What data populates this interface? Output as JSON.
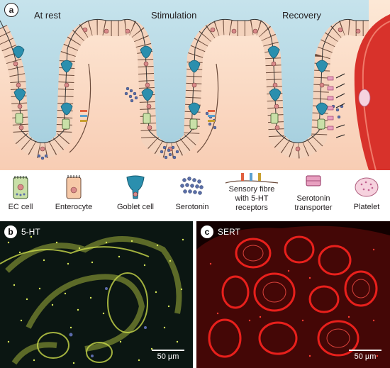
{
  "panel_a": {
    "letter": "a",
    "stages": [
      "At rest",
      "Stimulation",
      "Recovery"
    ]
  },
  "legend": {
    "items": [
      {
        "label": "EC cell",
        "icon": "ec-cell-icon"
      },
      {
        "label": "Enterocyte",
        "icon": "enterocyte-icon"
      },
      {
        "label": "Goblet cell",
        "icon": "goblet-cell-icon"
      },
      {
        "label": "Serotonin",
        "icon": "serotonin-icon"
      },
      {
        "label": "Sensory fibre with 5-HT receptors",
        "line1": "Sensory fibre",
        "line2": "with 5-HT",
        "line3": "receptors",
        "icon": "sensory-fibre-icon"
      },
      {
        "label": "Serotonin transporter",
        "line1": "Serotonin",
        "line2": "transporter",
        "icon": "serotonin-transporter-icon"
      },
      {
        "label": "Platelet",
        "icon": "platelet-icon"
      }
    ]
  },
  "panel_b": {
    "letter": "b",
    "title": "5-HT",
    "scale": "50 µm"
  },
  "panel_c": {
    "letter": "c",
    "title": "SERT",
    "scale": "50 µm"
  },
  "colors": {
    "lumen": "#b7d9e4",
    "tissue": "#fbe0cc",
    "cell_border": "#5a3a2a",
    "goblet": "#2b8fae",
    "ec_cell": "#c9e0a8",
    "serotonin_dot": "#5a6fa8",
    "blood_vessel": "#d8322b",
    "panel_b_bg": "#0a1410",
    "panel_b_signal": "#c8d84a",
    "panel_c_bg": "#1a0000",
    "panel_c_signal": "#e8201c"
  }
}
